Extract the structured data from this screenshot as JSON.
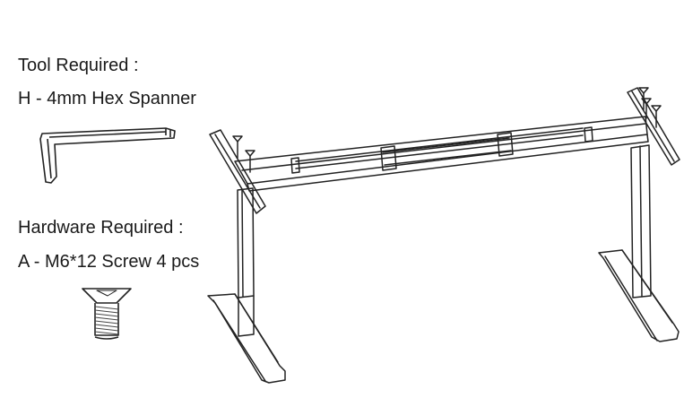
{
  "tool": {
    "heading": "Tool Required :",
    "item": "H - 4mm Hex Spanner",
    "icon": "hex-key-icon"
  },
  "hardware": {
    "heading": "Hardware Required :",
    "item": "A - M6*12 Screw 4 pcs",
    "icon": "countersunk-screw-icon"
  },
  "illustration": {
    "icon": "desk-frame-illustration"
  }
}
